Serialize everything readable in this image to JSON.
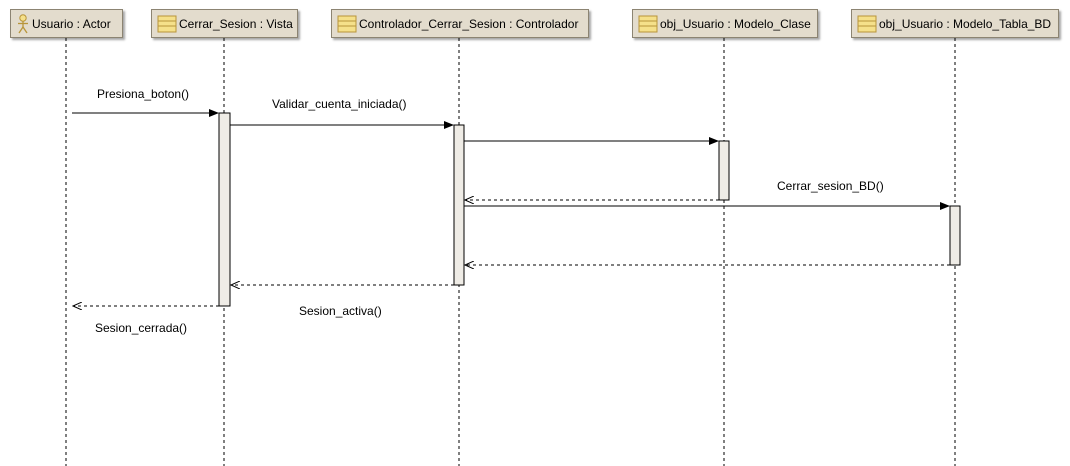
{
  "lifelines": [
    {
      "label": "Usuario : Actor",
      "icon": "actor-icon"
    },
    {
      "label": "Cerrar_Sesion : Vista",
      "icon": "class-icon"
    },
    {
      "label": "Controlador_Cerrar_Sesion : Controlador",
      "icon": "class-icon"
    },
    {
      "label": "obj_Usuario : Modelo_Clase",
      "icon": "class-icon"
    },
    {
      "label": "obj_Usuario : Modelo_Tabla_BD",
      "icon": "class-icon"
    }
  ],
  "messages": [
    {
      "label": "Presiona_boton()",
      "kind": "sync"
    },
    {
      "label": "Validar_cuenta_iniciada()",
      "kind": "sync"
    },
    {
      "label": "",
      "kind": "sync"
    },
    {
      "label": "",
      "kind": "return"
    },
    {
      "label": "Cerrar_sesion_BD()",
      "kind": "sync"
    },
    {
      "label": "",
      "kind": "return"
    },
    {
      "label": "Sesion_activa()",
      "kind": "return"
    },
    {
      "label": "Sesion_cerrada()",
      "kind": "return"
    }
  ],
  "colors": {
    "header_fill": "#e3dccd",
    "header_border": "#8c8472",
    "icon_fill": "#f5e08a",
    "icon_stroke": "#b8953a",
    "activation_fill": "#efece6",
    "line": "#000000"
  }
}
